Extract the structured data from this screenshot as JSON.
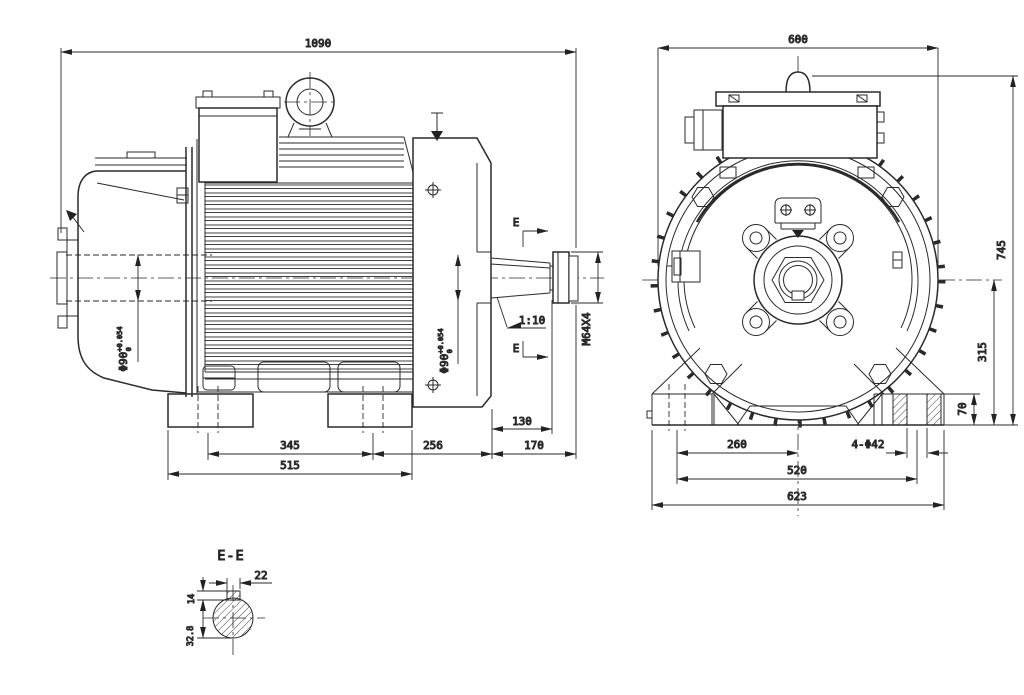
{
  "side_view": {
    "dim_overall_length": "1090",
    "dim_foot_hole_span": "345",
    "dim_foot_to_face": "256",
    "dim_foot_span": "515",
    "dim_taper_length": "130",
    "dim_shaft_extension": "170",
    "label_taper_ratio": "1:10",
    "label_thread": "M64X4",
    "label_section_letter": "E",
    "label_shaft_diameter": "Φ90",
    "label_shaft_tol_upper": "+0.054",
    "label_shaft_tol_lower": "0"
  },
  "front_view": {
    "dim_overall_width": "600",
    "dim_overall_height": "745",
    "dim_center_height": "315",
    "dim_foot_height": "70",
    "dim_hole_to_center": "260",
    "dim_hole_span": "520",
    "dim_base_width": "623",
    "label_foot_holes": "4-Φ42"
  },
  "section_view": {
    "title": "E-E",
    "dim_key_width": "22",
    "dim_key_depth": "14",
    "dim_key_flat": "32.8"
  }
}
